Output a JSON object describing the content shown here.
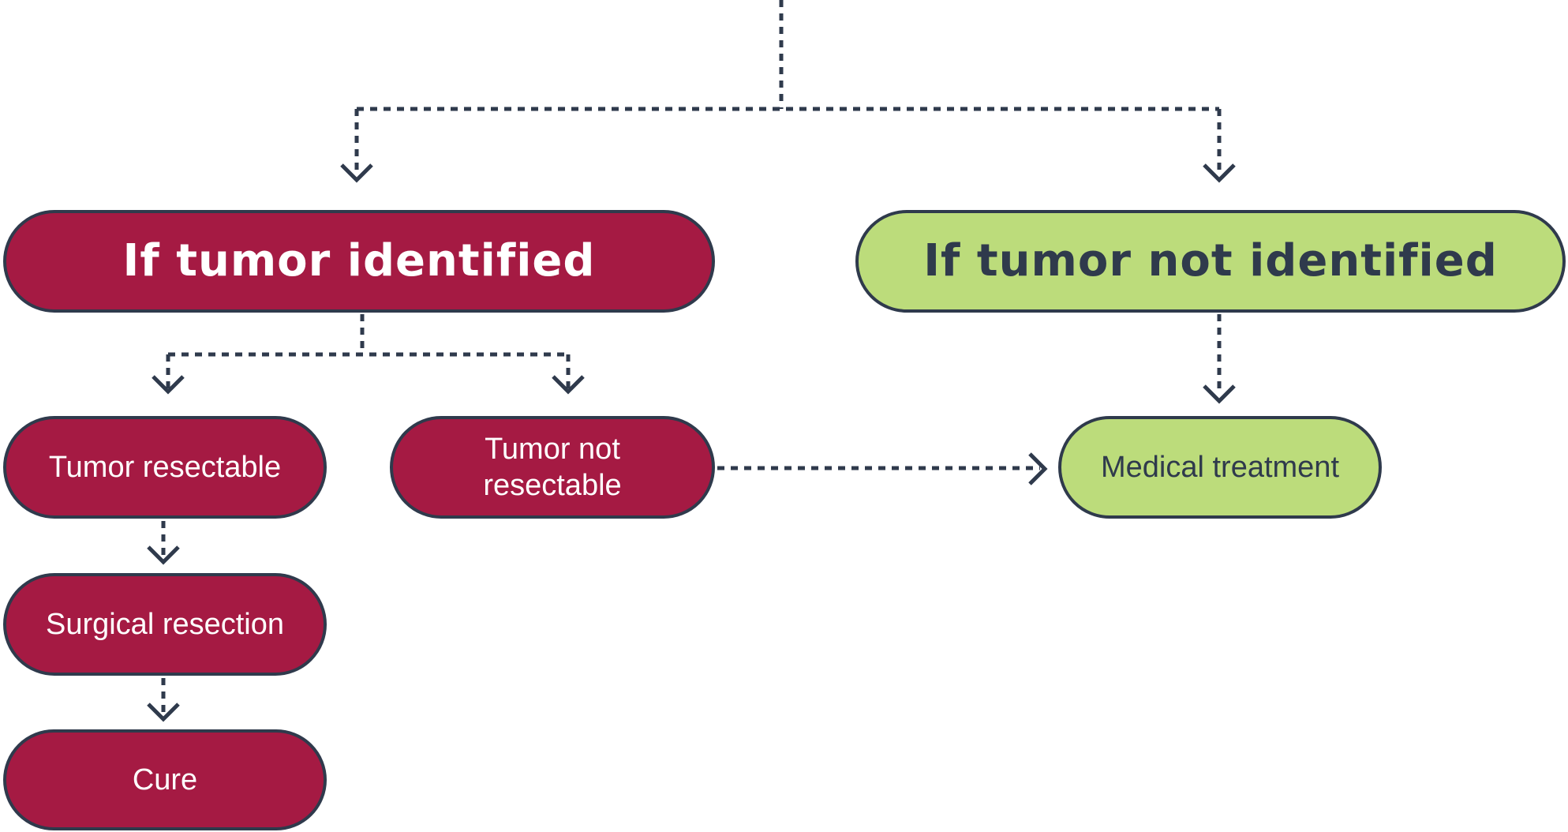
{
  "diagram": {
    "nodes": {
      "tumor_identified": "If tumor identified",
      "tumor_not_identified": "If tumor not identified",
      "tumor_resectable": "Tumor resectable",
      "tumor_not_resectable": "Tumor not\nresectable",
      "medical_treatment": "Medical treatment",
      "surgical_resection": "Surgical resection",
      "cure": "Cure"
    },
    "colors": {
      "positive_path": "#a51a43",
      "negative_path": "#bcdc7b",
      "outline": "#2f3a4c",
      "connector": "#2f3a4c",
      "light_text": "#ffffff",
      "dark_text": "#2f3a4c"
    },
    "edges": [
      {
        "from": "top",
        "to": "tumor_identified"
      },
      {
        "from": "top",
        "to": "tumor_not_identified"
      },
      {
        "from": "tumor_identified",
        "to": "tumor_resectable"
      },
      {
        "from": "tumor_identified",
        "to": "tumor_not_resectable"
      },
      {
        "from": "tumor_resectable",
        "to": "surgical_resection"
      },
      {
        "from": "surgical_resection",
        "to": "cure"
      },
      {
        "from": "tumor_not_resectable",
        "to": "medical_treatment"
      },
      {
        "from": "tumor_not_identified",
        "to": "medical_treatment"
      }
    ]
  }
}
